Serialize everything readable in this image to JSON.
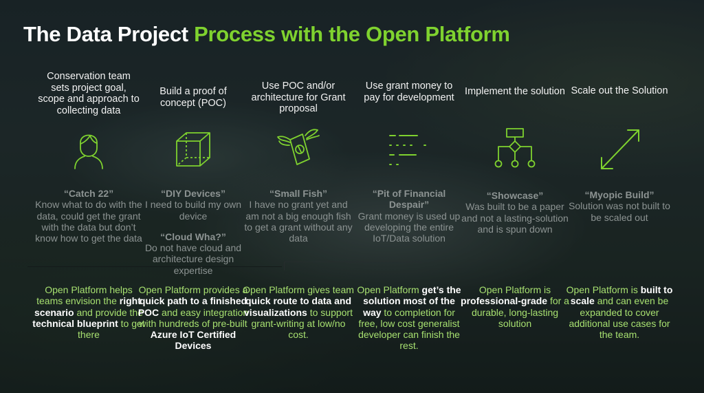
{
  "title": {
    "part1": "The Data Project ",
    "part2": "Process with the Open Platform"
  },
  "colors": {
    "accent": "#7fd22f",
    "heading": "#f2f2f2",
    "problem_text": "#8c9392",
    "solution_text": "#a7e070"
  },
  "columns": [
    {
      "heading": "Conservation team sets project goal, scope and approach to collecting data",
      "icon": "person-icon",
      "problem_title": "“Catch 22”",
      "problem_body": "Know what to do with the data, could get the grant with the data but don’t know how to get the data",
      "solution": [
        {
          "text": "Open Platform helps teams envision the ",
          "bold": false
        },
        {
          "text": "right scenario",
          "bold": true
        },
        {
          "text": " and provide the ",
          "bold": false
        },
        {
          "text": "technical blueprint",
          "bold": true
        },
        {
          "text": " to get there",
          "bold": false
        }
      ]
    },
    {
      "heading": "Build a proof of concept (POC)",
      "icon": "cube-icon",
      "problem_title": "“DIY Devices”",
      "problem_body": "I need to build my own device",
      "problem_title2": "“Cloud Wha?”",
      "problem_body2": "Do not have cloud and architecture design expertise",
      "solution": [
        {
          "text": "Open Platform provides a ",
          "bold": false
        },
        {
          "text": "quick path to a finished POC",
          "bold": true
        },
        {
          "text": " and easy integration with hundreds of pre-built ",
          "bold": false
        },
        {
          "text": "Azure IoT Certified Devices",
          "bold": true
        }
      ]
    },
    {
      "heading": "Use POC and/or architecture for Grant proposal",
      "icon": "flying-money-icon",
      "problem_title": "“Small Fish”",
      "problem_body": "I have no grant yet and am not a big enough fish to get a grant without any data",
      "solution": [
        {
          "text": "Open Platform gives team ",
          "bold": false
        },
        {
          "text": "quick route to data and visualizations",
          "bold": true
        },
        {
          "text": " to support grant-writing at low/no cost.",
          "bold": false
        }
      ]
    },
    {
      "heading": "Use grant money to pay for development",
      "icon": "code-lines-icon",
      "problem_title": "“Pit of Financial Despair”",
      "problem_body": "Grant money is used up developing the entire IoT/Data solution",
      "solution": [
        {
          "text": "Open Platform ",
          "bold": false
        },
        {
          "text": "get’s the solution most of the way",
          "bold": true
        },
        {
          "text": " to completion for free, low cost generalist developer can finish the rest.",
          "bold": false
        }
      ]
    },
    {
      "heading": "Implement the solution",
      "icon": "flowchart-icon",
      "problem_title": "“Showcase”",
      "problem_body": "Was built to be a paper and not a lasting-solution and is spun down",
      "solution": [
        {
          "text": "Open Platform is ",
          "bold": false
        },
        {
          "text": "professional-grade",
          "bold": true
        },
        {
          "text": " for a durable, long-lasting solution",
          "bold": false
        }
      ]
    },
    {
      "heading": "Scale out the Solution",
      "icon": "resize-arrow-icon",
      "problem_title": "“Myopic Build”",
      "problem_body": "Solution was not built to be scaled out",
      "solution": [
        {
          "text": "Open Platform is ",
          "bold": false
        },
        {
          "text": "built to scale",
          "bold": true
        },
        {
          "text": " and can even be expanded to cover additional use cases for the team.",
          "bold": false
        }
      ]
    }
  ]
}
